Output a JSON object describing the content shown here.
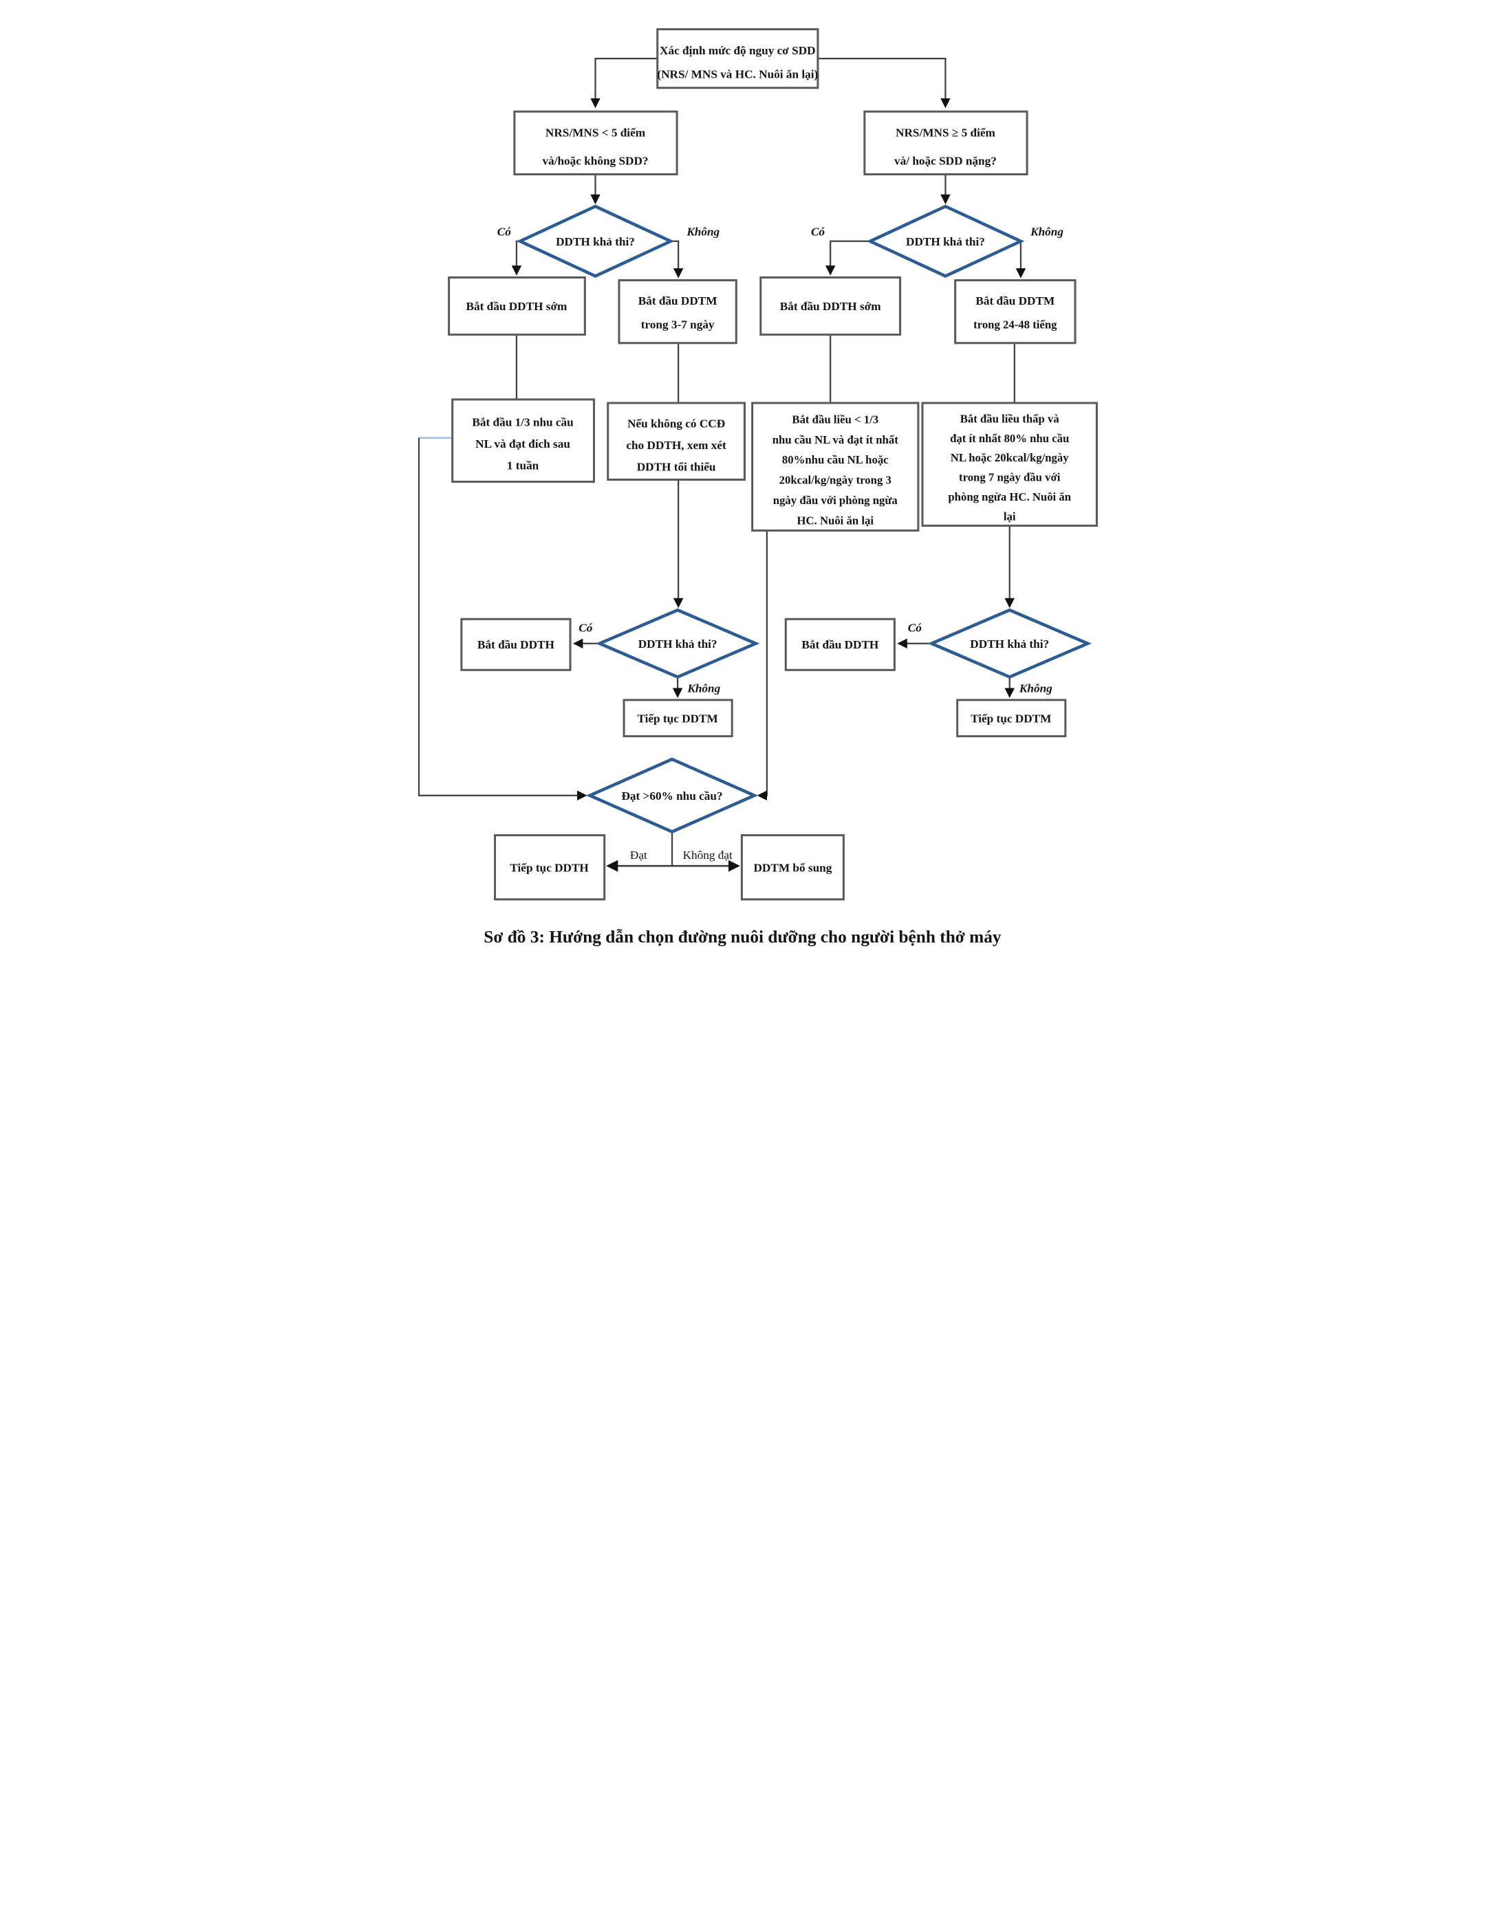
{
  "caption": "Sơ đồ 3: Hướng dẫn chọn đường nuôi dưỡng cho người bệnh thở máy",
  "nodes": {
    "root": {
      "lines": [
        "Xác định mức độ nguy cơ SDD",
        "(NRS/ MNS và HC. Nuôi ăn lại)"
      ]
    },
    "left_question": {
      "lines": [
        "NRS/MNS < 5 điểm",
        "và/hoặc không SDD?"
      ]
    },
    "right_question": {
      "lines": [
        "NRS/MNS ≥ 5 điểm",
        "và/ hoặc SDD nặng?"
      ]
    },
    "start_ddth_early_left": {
      "label": "Bắt đầu DDTH sớm"
    },
    "start_ddtm_3_7": {
      "lines": [
        "Bắt đầu DDTM",
        "trong 3-7 ngày"
      ]
    },
    "start_ddth_early_right": {
      "label": "Bắt đầu DDTH sớm"
    },
    "start_ddtm_24_48": {
      "lines": [
        "Bắt đầu DDTM",
        "trong 24-48 tiếng"
      ]
    },
    "start_one_third": {
      "lines": [
        "Bắt đầu 1/3 nhu cầu",
        "NL và đạt đích sau",
        "1 tuần"
      ]
    },
    "no_contraindication": {
      "lines": [
        "Nếu không có CCĐ",
        "cho DDTH, xem xét",
        "DDTH tối thiểu"
      ]
    },
    "start_low_dose_3days": {
      "lines": [
        "Bắt đầu liều < 1/3",
        "nhu cầu NL và đạt ít nhất",
        "80%nhu cầu NL hoặc",
        "20kcal/kg/ngày trong 3",
        "ngày đầu với phòng ngừa",
        "HC. Nuôi ăn lại"
      ]
    },
    "start_low_dose_7days": {
      "lines": [
        "Bắt đầu liều thấp và",
        "đạt ít nhất 80% nhu cầu",
        "NL hoặc 20kcal/kg/ngày",
        "trong 7 ngày đầu với",
        "phòng ngừa HC. Nuôi ăn",
        "lại"
      ]
    },
    "start_ddth_left": {
      "label": "Bắt đầu DDTH"
    },
    "start_ddth_right": {
      "label": "Bắt đầu DDTH"
    },
    "continue_ddtm_left": {
      "label": "Tiếp tục DDTM"
    },
    "continue_ddtm_right": {
      "label": "Tiếp tục DDTM"
    },
    "continue_ddth": {
      "label": "Tiếp tục DDTH"
    },
    "ddtm_supplement": {
      "label": "DDTM bổ sung"
    }
  },
  "decisions": {
    "ddth_feasible": "DDTH khả thi?",
    "meets_60_percent": "Đạt >60% nhu cầu?"
  },
  "edge_labels": {
    "yes": "Có",
    "no": "Không",
    "met": "Đạt",
    "not_met": "Không đạt"
  },
  "colors": {
    "diamond_stroke": "#2d5c92",
    "line": "#3f3f3f",
    "box_border": "#5b5b5b",
    "feedback_blue": "#9dc3e6",
    "arrow": "#111111"
  }
}
